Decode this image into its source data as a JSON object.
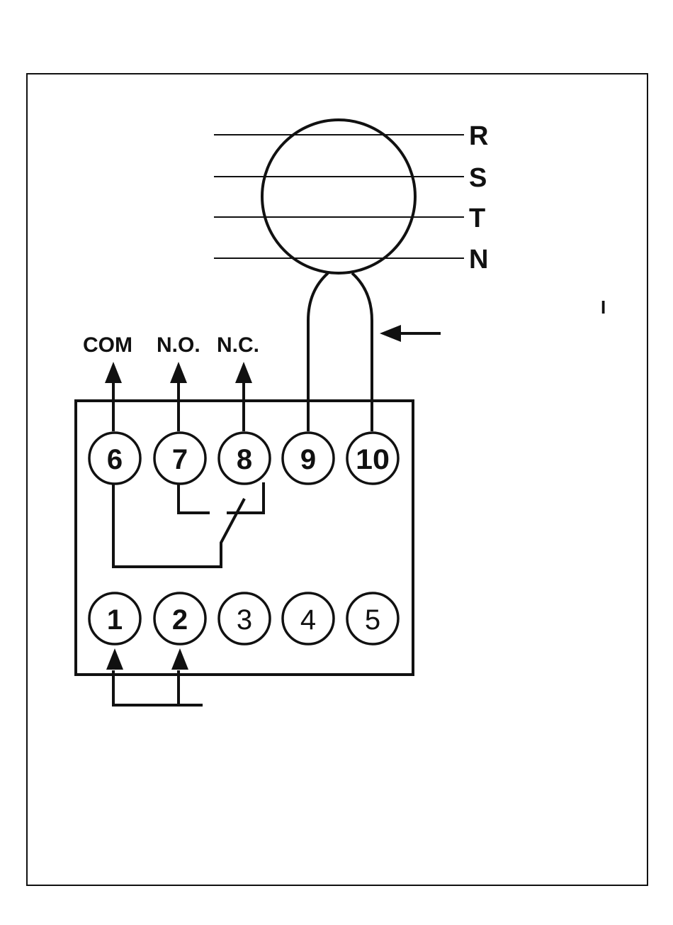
{
  "conductors": {
    "phases": [
      "R",
      "S",
      "T",
      "N"
    ]
  },
  "contacts": {
    "com": "COM",
    "no": "N.O.",
    "nc": "N.C."
  },
  "terminals": {
    "top": [
      "6",
      "7",
      "8",
      "9",
      "10"
    ],
    "bottom": [
      "1",
      "2",
      "3",
      "4",
      "5"
    ]
  },
  "side_mark": "I"
}
